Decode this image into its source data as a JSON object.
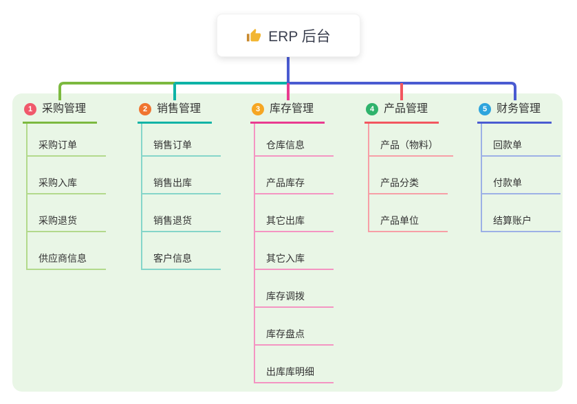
{
  "mindmap": {
    "root": {
      "label": "ERP 后台",
      "icon": "thumbs-up-icon"
    },
    "connector_colors": {
      "green": "#7cb93f",
      "teal": "#0db3a6",
      "blue": "#4a5bd1",
      "magenta": "#e93b90",
      "red": "#f2565f"
    },
    "branches": [
      {
        "number": "1",
        "title": "采购管理",
        "colors": {
          "badge": "#f0596b",
          "line": "#7cb93f",
          "sub": "#b2d98b"
        },
        "children": [
          "采购订单",
          "采购入库",
          "采购退货",
          "供应商信息"
        ]
      },
      {
        "number": "2",
        "title": "销售管理",
        "colors": {
          "badge": "#f0742f",
          "line": "#0db3a6",
          "sub": "#84d5c9"
        },
        "children": [
          "销售订单",
          "销售出库",
          "销售退货",
          "客户信息"
        ]
      },
      {
        "number": "3",
        "title": "库存管理",
        "colors": {
          "badge": "#f6a623",
          "line": "#e93b90",
          "sub": "#f494c2"
        },
        "children": [
          "仓库信息",
          "产品库存",
          "其它出库",
          "其它入库",
          "库存调拨",
          "库存盘点",
          "出库库明细"
        ]
      },
      {
        "number": "4",
        "title": "产品管理",
        "colors": {
          "badge": "#2fb36c",
          "line": "#f2565f",
          "sub": "#f79ea6"
        },
        "children": [
          "产品（物料）",
          "产品分类",
          "产品单位"
        ]
      },
      {
        "number": "5",
        "title": "财务管理",
        "colors": {
          "badge": "#2da4dd",
          "line": "#4a5bd1",
          "sub": "#9cb0e6"
        },
        "children": [
          "回款单",
          "付款单",
          "结算账户"
        ]
      }
    ]
  }
}
